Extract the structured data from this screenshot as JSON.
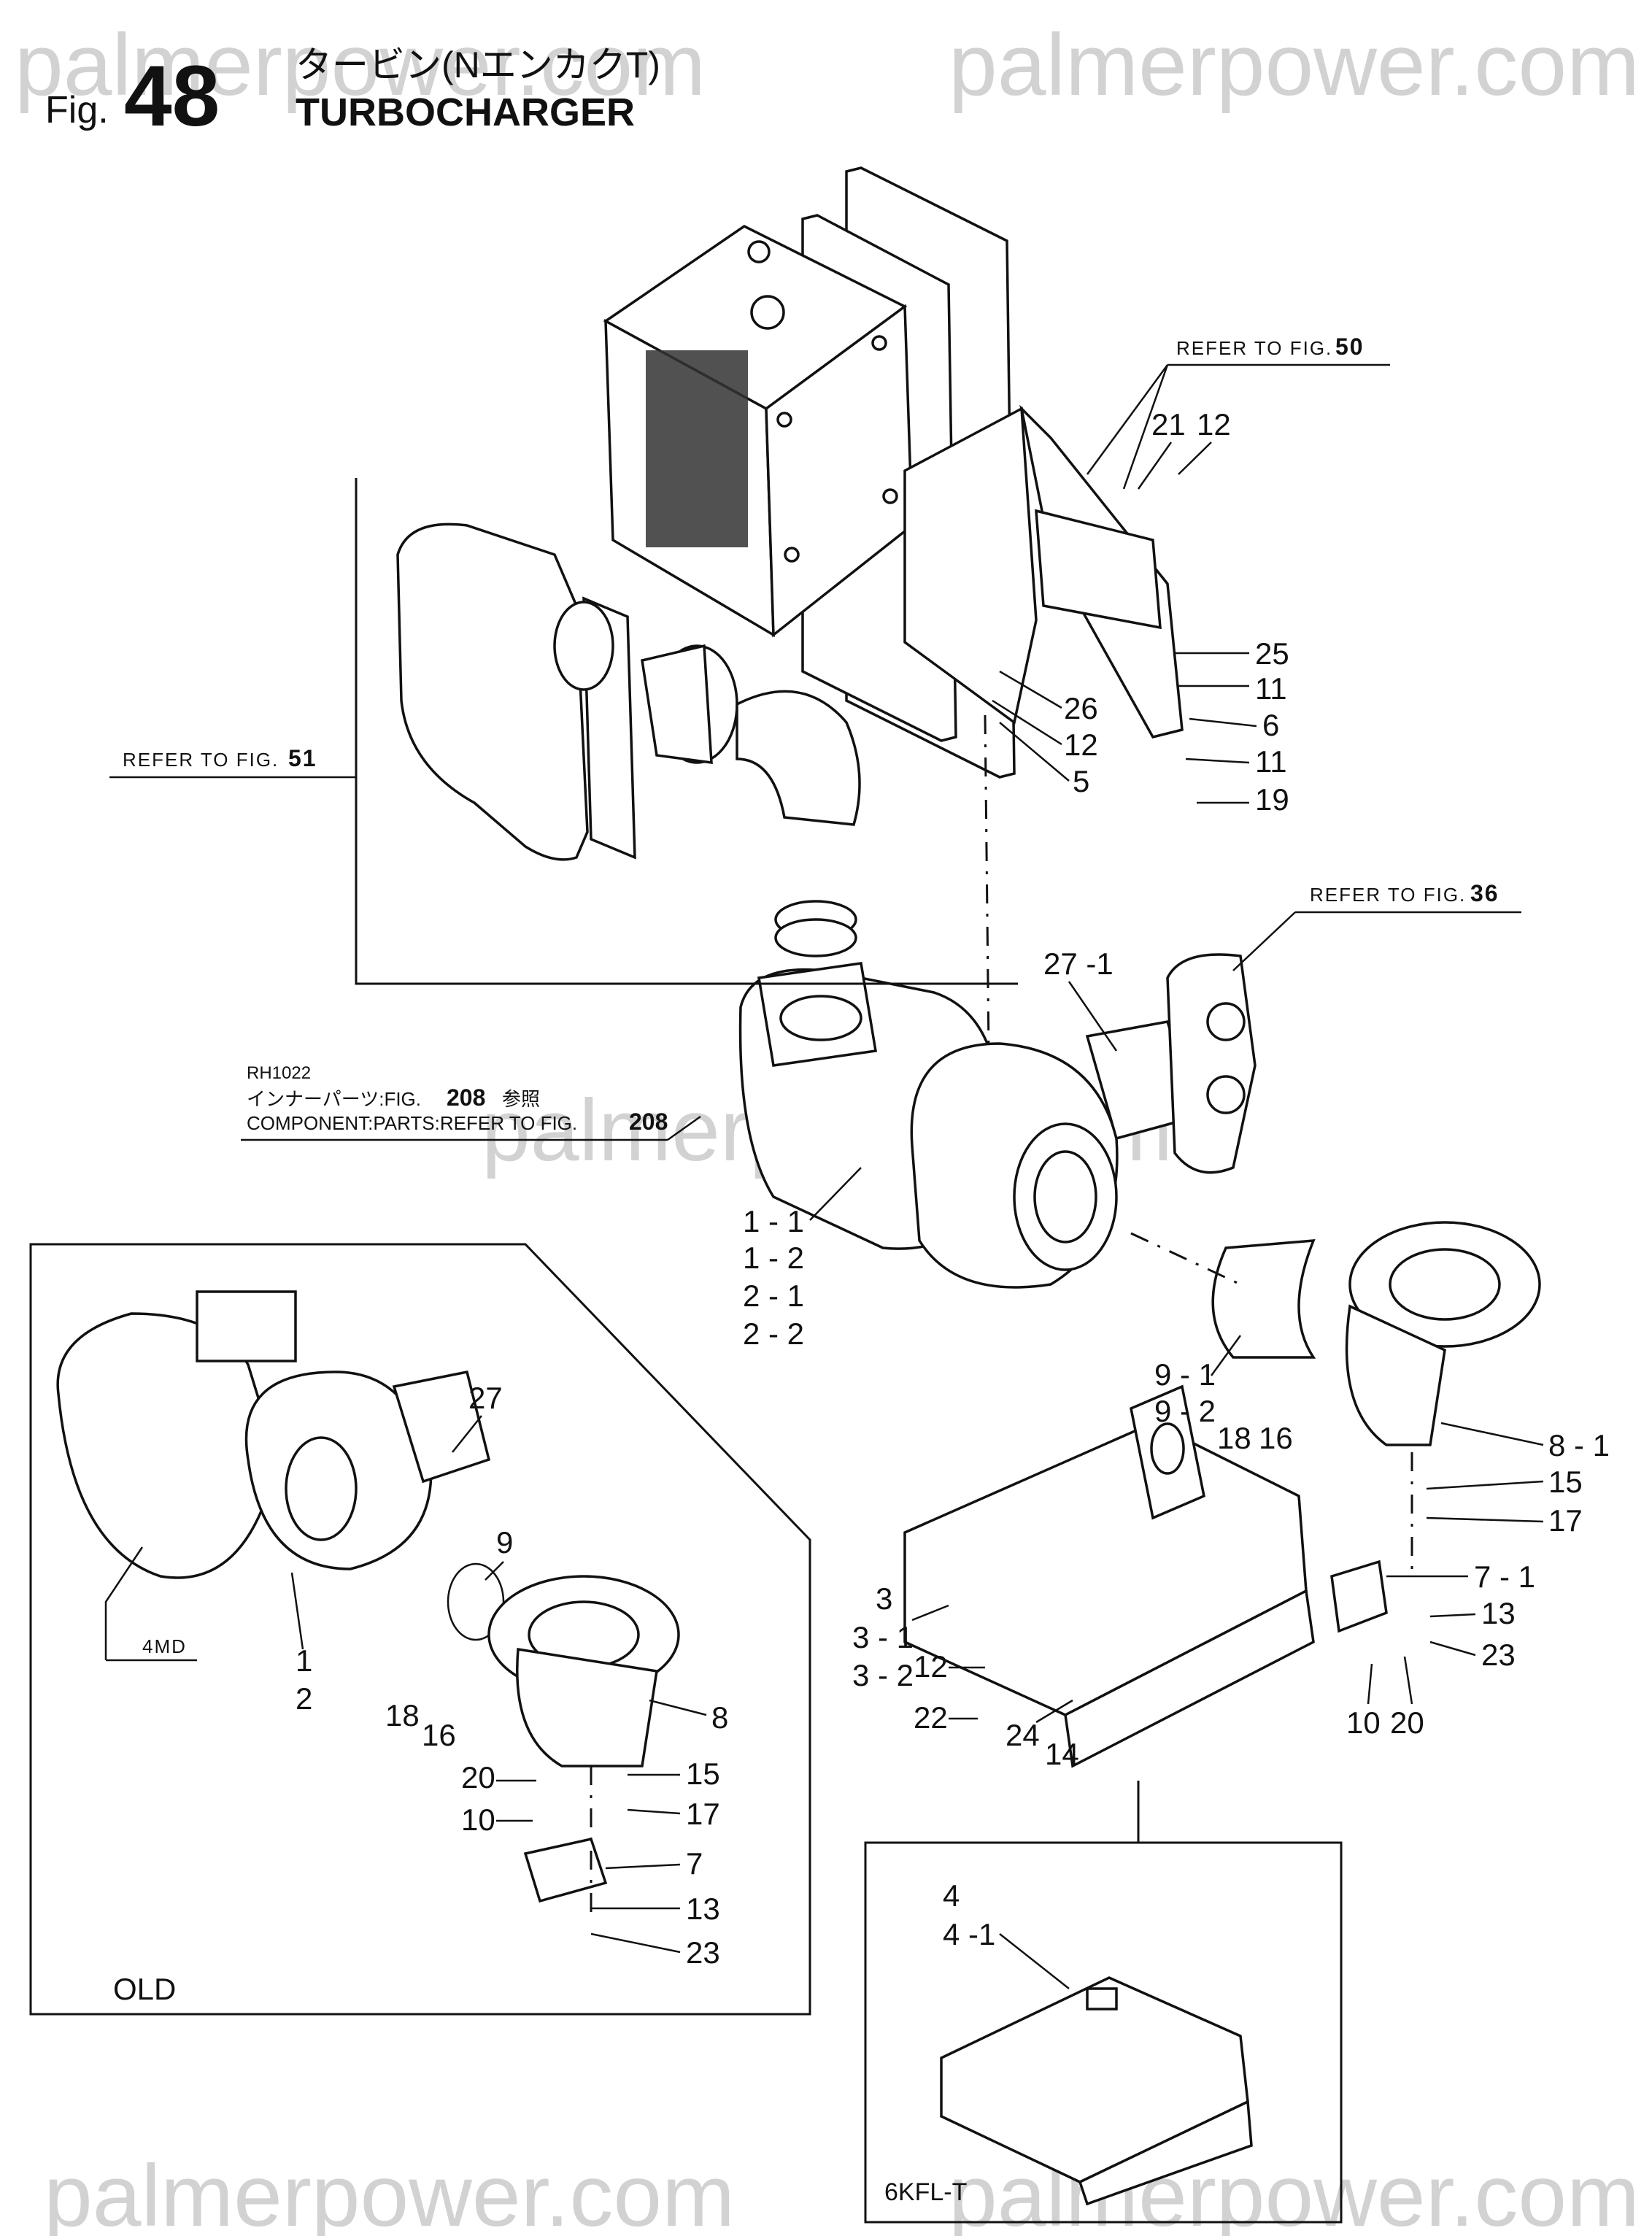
{
  "figure": {
    "prefix": "Fig.",
    "number": "48",
    "title_jp": "タービン(NエンカクT)",
    "title_en": "TURBOCHARGER"
  },
  "watermark": "palmerpower.com",
  "references": {
    "fig50": {
      "text": "REFER TO FIG.",
      "num": "50"
    },
    "fig51": {
      "text": "REFER TO FIG.",
      "num": "51"
    },
    "fig36": {
      "text": "REFER TO FIG.",
      "num": "36"
    }
  },
  "component_note": {
    "code": "RH1022",
    "jp_prefix": "インナーパーツ:FIG.",
    "jp_num": "208",
    "jp_suffix": "参照",
    "en_prefix": "COMPONENT:PARTS:REFER TO FIG.",
    "en_num": "208"
  },
  "callouts": {
    "c21": "21",
    "c12a": "12",
    "c25": "25",
    "c11a": "11",
    "c26": "26",
    "c6": "6",
    "c12b": "12",
    "c11b": "11",
    "c5": "5",
    "c19": "19",
    "c27_1": "27 -1",
    "c1_1": "1 - 1",
    "c1_2": "1 - 2",
    "c2_1": "2 - 1",
    "c2_2": "2 - 2",
    "c9_1": "9 - 1",
    "c9_2": "9 - 2",
    "c18": "18",
    "c16": "16",
    "c8_1": "8 - 1",
    "c15": "15",
    "c17": "17",
    "c7_1": "7 - 1",
    "c13": "13",
    "c23": "23",
    "c10": "10",
    "c20": "20",
    "c3": "3",
    "c3_1": "3 - 1",
    "c3_2": "3 - 2",
    "c12c": "12",
    "c22": "22",
    "c24": "24",
    "c14": "14",
    "c4": "4",
    "c4_1": "4 -1"
  },
  "old_box": {
    "label": "OLD",
    "variant": "4MD",
    "callouts": {
      "c27": "27",
      "c9": "9",
      "c1": "1",
      "c2": "2",
      "c18": "18",
      "c16": "16",
      "c8": "8",
      "c20": "20",
      "c10": "10",
      "c15": "15",
      "c17": "17",
      "c7": "7",
      "c13": "13",
      "c23": "23"
    }
  },
  "variant_box": {
    "label": "6KFL-T"
  }
}
